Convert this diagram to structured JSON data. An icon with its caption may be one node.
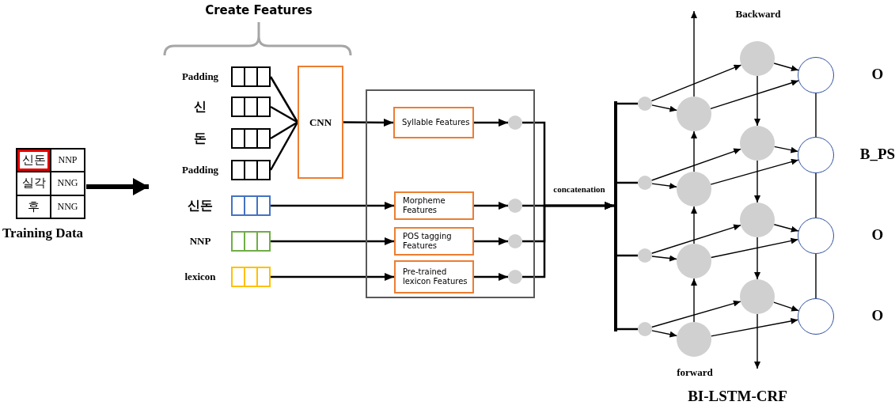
{
  "diagram": {
    "nodes": [
      {
        "text": [
          "신돈",
          "NNP",
          "실각",
          "NNG",
          "후",
          "NNG"
        ],
        "beside": [
          "Training Data"
        ]
      },
      {
        "text": [
          "Padding"
        ]
      },
      {
        "text": [
          "신"
        ]
      },
      {
        "text": [
          "돈"
        ]
      },
      {
        "text": [
          "Padding"
        ]
      },
      {
        "text": [
          "신돈"
        ]
      },
      {
        "text": [
          "NNP"
        ]
      },
      {
        "text": [
          "lexicon"
        ]
      },
      {
        "text": [
          "CNN"
        ]
      },
      {
        "text": [],
        "shape": "box"
      },
      {
        "text": [
          "Syllable Features"
        ],
        "in": 9
      },
      {
        "text": [
          "Morpheme Features"
        ],
        "in": 9
      },
      {
        "text": [
          "POS tagging Features"
        ],
        "in": 9
      },
      {
        "text": [
          "Pre-trained lexicon Features"
        ],
        "in": 9
      },
      {
        "text": [],
        "shape": "circle",
        "in": 9
      },
      {
        "text": [],
        "shape": "circle",
        "in": 9
      },
      {
        "text": [],
        "shape": "circle",
        "in": 9
      },
      {
        "text": [],
        "shape": "circle",
        "in": 9
      },
      {
        "text": [],
        "shape": "bar"
      },
      {
        "text": [],
        "shape": "circle"
      },
      {
        "text": [],
        "shape": "circle"
      },
      {
        "text": [],
        "shape": "circle"
      },
      {
        "text": [],
        "shape": "circle"
      },
      {
        "text": [],
        "shape": "circle"
      },
      {
        "text": [],
        "shape": "circle"
      },
      {
        "text": [],
        "shape": "circle"
      },
      {
        "text": [],
        "shape": "circle"
      },
      {
        "text": [],
        "shape": "circle"
      },
      {
        "text": [],
        "shape": "circle"
      },
      {
        "text": [],
        "shape": "circle"
      },
      {
        "text": [],
        "shape": "circle"
      },
      {
        "text": [],
        "shape": "circle",
        "beside": [
          "O"
        ]
      },
      {
        "text": [],
        "shape": "circle",
        "beside": [
          "B_PS"
        ]
      },
      {
        "text": [],
        "shape": "circle",
        "beside": [
          "O"
        ]
      },
      {
        "text": [],
        "shape": "circle",
        "beside": [
          "O"
        ]
      }
    ],
    "edges": [
      {
        "from": 0,
        "to": null,
        "arrow": "to",
        "style": "thick"
      },
      {
        "from": 1,
        "to": 8,
        "arrow": "none"
      },
      {
        "from": 2,
        "to": 8,
        "arrow": "none"
      },
      {
        "from": 3,
        "to": 8,
        "arrow": "none"
      },
      {
        "from": 4,
        "to": 8,
        "arrow": "none"
      },
      {
        "from": 8,
        "to": 10,
        "arrow": "to"
      },
      {
        "from": 5,
        "to": 11,
        "arrow": "to"
      },
      {
        "from": 6,
        "to": 12,
        "arrow": "to"
      },
      {
        "from": 7,
        "to": 13,
        "arrow": "to"
      },
      {
        "from": 10,
        "to": 14,
        "arrow": "to"
      },
      {
        "from": 11,
        "to": 15,
        "arrow": "to"
      },
      {
        "from": 12,
        "to": 16,
        "arrow": "to"
      },
      {
        "from": 13,
        "to": 17,
        "arrow": "to"
      },
      {
        "from": 14,
        "to": 18,
        "arrow": "to"
      },
      {
        "from": 15,
        "to": 18,
        "arrow": "to",
        "label": "concatenation"
      },
      {
        "from": 16,
        "to": 18,
        "arrow": "to"
      },
      {
        "from": 17,
        "to": 18,
        "arrow": "to"
      },
      {
        "from": 18,
        "to": 19,
        "arrow": "none"
      },
      {
        "from": 18,
        "to": 20,
        "arrow": "none"
      },
      {
        "from": 18,
        "to": 21,
        "arrow": "none"
      },
      {
        "from": 18,
        "to": 22,
        "arrow": "none"
      },
      {
        "from": 19,
        "to": 27,
        "arrow": "to"
      },
      {
        "from": 19,
        "to": 23,
        "arrow": "to"
      },
      {
        "from": 23,
        "to": 31,
        "arrow": "to"
      },
      {
        "from": 27,
        "to": 31,
        "arrow": "to"
      },
      {
        "from": 20,
        "to": 28,
        "arrow": "to"
      },
      {
        "from": 20,
        "to": 24,
        "arrow": "to"
      },
      {
        "from": 24,
        "to": 32,
        "arrow": "to"
      },
      {
        "from": 28,
        "to": 32,
        "arrow": "to"
      },
      {
        "from": 21,
        "to": 29,
        "arrow": "to"
      },
      {
        "from": 21,
        "to": 25,
        "arrow": "to"
      },
      {
        "from": 25,
        "to": 33,
        "arrow": "to"
      },
      {
        "from": 29,
        "to": 33,
        "arrow": "to"
      },
      {
        "from": 22,
        "to": 30,
        "arrow": "to"
      },
      {
        "from": 22,
        "to": 26,
        "arrow": "to"
      },
      {
        "from": 26,
        "to": 34,
        "arrow": "to"
      },
      {
        "from": 30,
        "to": 34,
        "arrow": "to"
      },
      {
        "from": 23,
        "to": null,
        "arrow": "to"
      },
      {
        "from": 24,
        "to": 23,
        "arrow": "to"
      },
      {
        "from": 25,
        "to": 24,
        "arrow": "to"
      },
      {
        "from": 26,
        "to": 25,
        "arrow": "to"
      },
      {
        "from": 27,
        "to": 28,
        "arrow": "to"
      },
      {
        "from": 28,
        "to": 29,
        "arrow": "to"
      },
      {
        "from": 29,
        "to": 30,
        "arrow": "to"
      },
      {
        "from": 30,
        "to": null,
        "arrow": "to"
      },
      {
        "from": 31,
        "to": 32,
        "arrow": "none"
      },
      {
        "from": 32,
        "to": 33,
        "arrow": "none"
      },
      {
        "from": 33,
        "to": 34,
        "arrow": "none"
      }
    ],
    "labels": [
      "Create Features",
      "Backward",
      "forward",
      "BI-LSTM-CRF"
    ]
  }
}
